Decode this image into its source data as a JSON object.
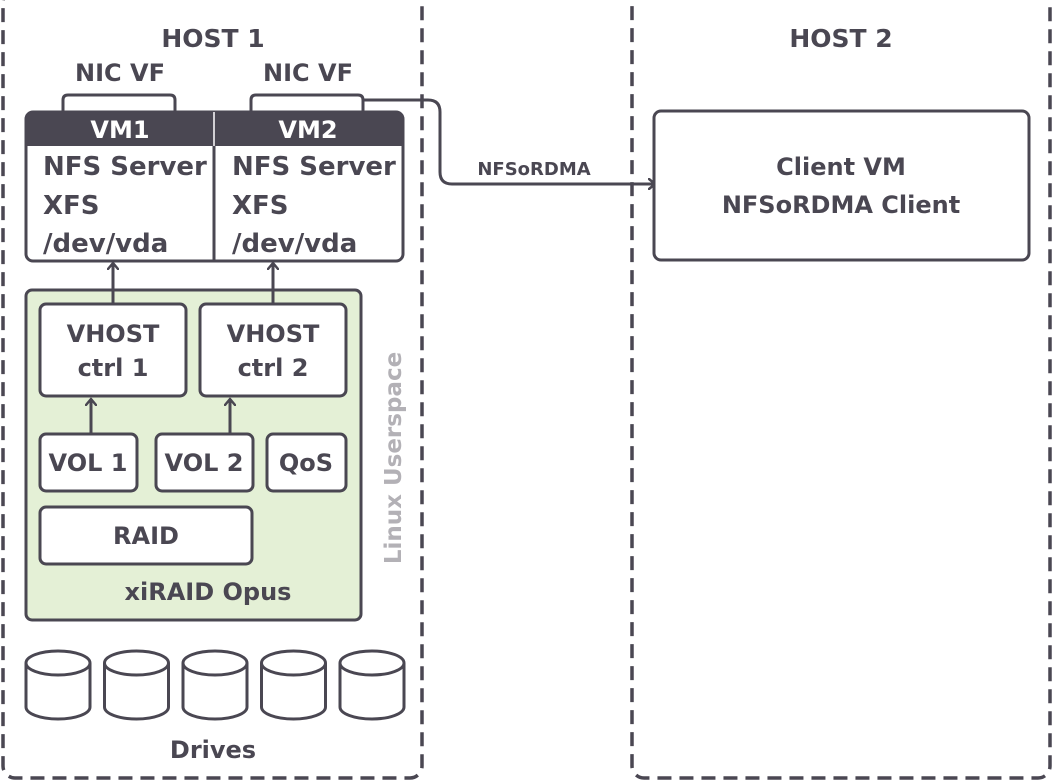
{
  "colors": {
    "stroke": "#4a4752",
    "header_fill": "#4a4752",
    "userspace_fill": "#e4f0d6",
    "sidebar_text": "#b3b1b6"
  },
  "host1": {
    "title": "HOST 1",
    "nic_vf_1": "NIC VF",
    "nic_vf_2": "NIC VF",
    "vm1": {
      "header": "VM1",
      "lines": [
        "NFS Server",
        "XFS",
        "/dev/vda"
      ]
    },
    "vm2": {
      "header": "VM2",
      "lines": [
        "NFS Server",
        "XFS",
        "/dev/vda"
      ]
    },
    "userspace": {
      "label": "xiRAID Opus",
      "side_label": "Linux Userspace",
      "vhost1": [
        "VHOST",
        "ctrl 1"
      ],
      "vhost2": [
        "VHOST",
        "ctrl 2"
      ],
      "vol1": "VOL 1",
      "vol2": "VOL 2",
      "qos": "QoS",
      "raid": "RAID"
    },
    "drives": {
      "label": "Drives",
      "count": 5,
      "icon": "drive-cylinder-icon"
    }
  },
  "link": {
    "label": "NFSoRDMA"
  },
  "host2": {
    "title": "HOST 2",
    "client": [
      "Client VM",
      "NFSoRDMA Client"
    ]
  }
}
